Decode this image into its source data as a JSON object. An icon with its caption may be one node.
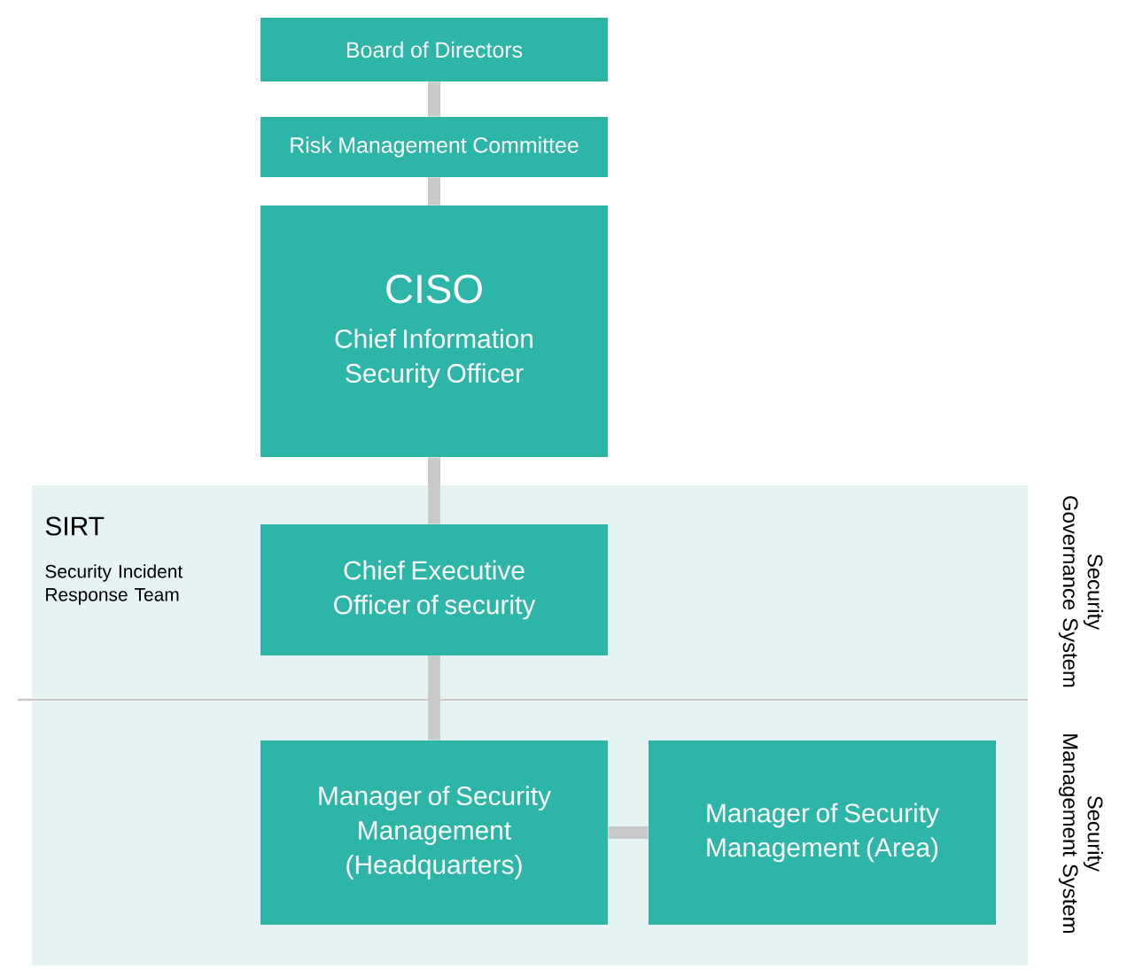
{
  "diagram": {
    "nodes": [
      {
        "text": [
          "Board of Directors"
        ]
      },
      {
        "text": [
          "Risk Management Committee"
        ]
      },
      {
        "text": [
          "CISO",
          "Chief Information Security Officer"
        ]
      },
      {
        "text": [
          "Security Governance System"
        ]
      },
      {
        "text": [
          "Chief Executive Officer of security"
        ],
        "in": 3
      },
      {
        "text": [
          "Security Management System"
        ]
      },
      {
        "text": [
          "Manager of Security Management (Headquarters)"
        ],
        "in": 5
      },
      {
        "text": [
          "Manager of Security Management (Area)"
        ],
        "in": 5
      }
    ],
    "edges": [
      {
        "from": 0,
        "to": 1,
        "arrow": "none"
      },
      {
        "from": 1,
        "to": 2,
        "arrow": "none"
      },
      {
        "from": 2,
        "to": 4,
        "arrow": "none"
      },
      {
        "from": 4,
        "to": 6,
        "arrow": "none"
      },
      {
        "from": 6,
        "to": 7,
        "arrow": "none"
      }
    ],
    "labels": [
      "SIRT",
      "Security Incident Response Team"
    ]
  }
}
